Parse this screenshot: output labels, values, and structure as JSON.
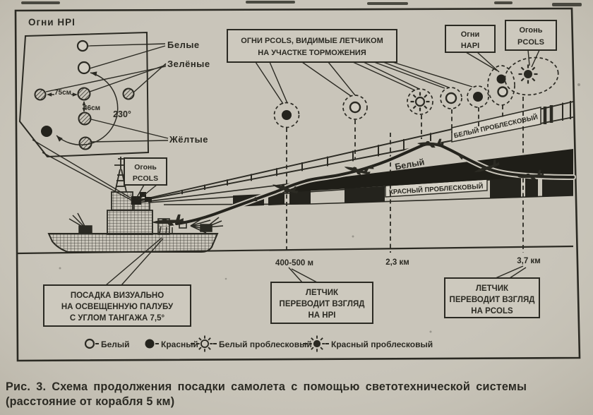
{
  "colors": {
    "paper": "#c9c5ba",
    "paper_light": "#d6d2c7",
    "ink": "#2b2a23"
  },
  "inset": {
    "title": "Огни HPI",
    "whites": "Белые",
    "greens": "Зелёные",
    "yellows": "Жёлтые",
    "dim_width": "75см",
    "dim_height": "46см",
    "angle": "230°"
  },
  "callouts": {
    "pcols_visible_1": "ОГНИ PCOLS, ВИДИМЫЕ ЛЕТЧИКОМ",
    "pcols_visible_2": "НА УЧАСТКЕ ТОРМОЖЕНИЯ",
    "hapi_1": "Огни",
    "hapi_2": "HAPI",
    "pcols_far_1": "Огонь",
    "pcols_far_2": "PCOLS",
    "pcols_ship_1": "Огонь",
    "pcols_ship_2": "PCOLS",
    "landing_1": "ПОСАДКА ВИЗУАЛЬНО",
    "landing_2": "НА ОСВЕЩЕННУЮ ПАЛУБУ",
    "landing_3": "С УГЛОМ ТАНГАЖА 7,5°",
    "pilot_hpi_1": "ЛЕТЧИК",
    "pilot_hpi_2": "ПЕРЕВОДИТ ВЗГЛЯД",
    "pilot_hpi_3": "НА HPI",
    "pilot_pcols_1": "ЛЕТЧИК",
    "pilot_pcols_2": "ПЕРЕВОДИТ ВЗГЛЯД",
    "pilot_pcols_3": "НА PCOLS"
  },
  "bands": {
    "white_flashing": "БЕЛЫЙ ПРОБЛЕСКОВЫЙ",
    "white": "Белый",
    "red_flashing": "КРАСНЫЙ ПРОБЛЕСКОВЫЙ"
  },
  "distances": {
    "d1": "400-500 м",
    "d2": "2,3 км",
    "d3": "3,7 км"
  },
  "legend": {
    "white": "Белый",
    "red": "Красный",
    "white_flashing": "Белый проблесковый",
    "red_flashing": "Красный проблесковый"
  },
  "caption": {
    "line1": "Рис. 3. Схема продолжения посадки самолета с помощью светотехнической системы",
    "line2": "(расстояние от корабля 5 км)"
  }
}
